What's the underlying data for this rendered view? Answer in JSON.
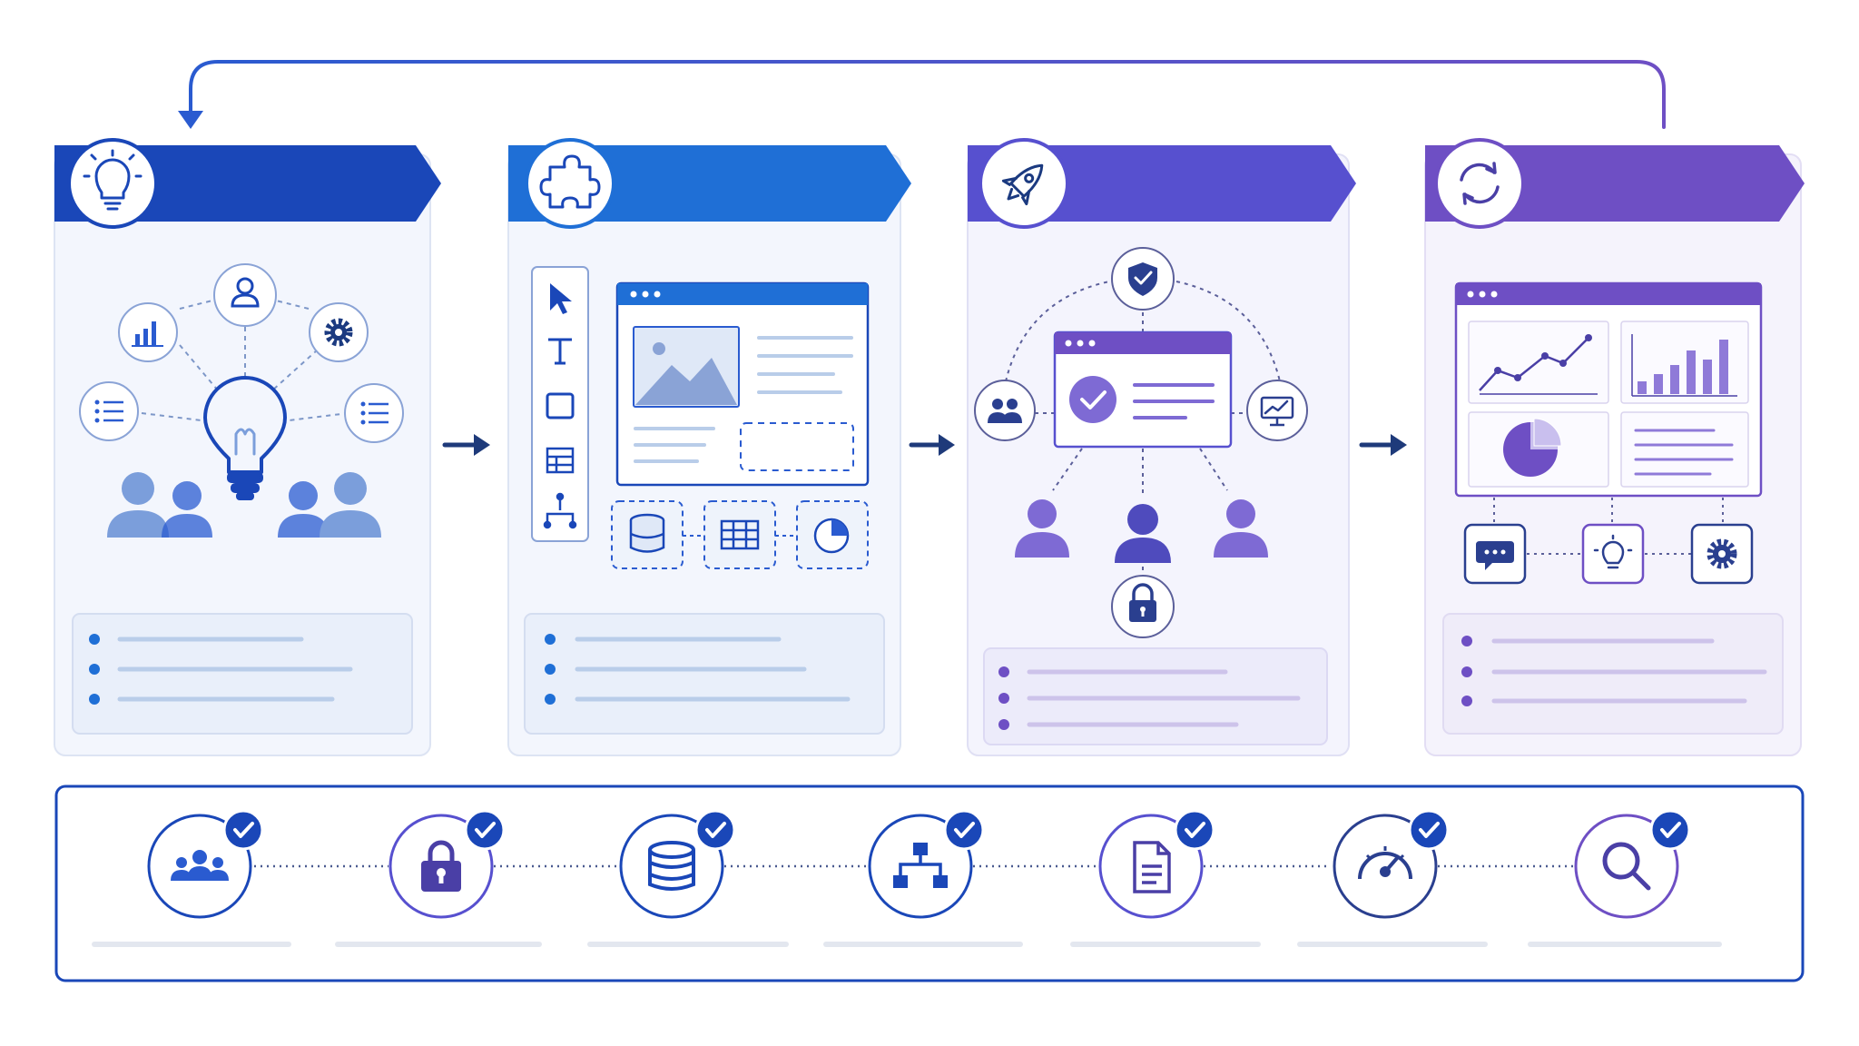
{
  "colors": {
    "blue_dark": "#1a47b8",
    "blue": "#1f6fd6",
    "indigo": "#5750cf",
    "purple": "#6e4fc4",
    "panel_bg": "#f3f6fd",
    "panel_bg_purple": "#f4f2fc",
    "panel_border": "#dbe3f3",
    "skeleton_blue": "#b9cde9",
    "skeleton_purple": "#cdc3ea",
    "person_blue": "#7b9edb",
    "person_purple": "#7e6ad4",
    "navy": "#1b3a80",
    "arrow_navy": "#1e3a7a"
  },
  "stages": [
    {
      "id": "ideation",
      "icon": "lightbulb-icon",
      "banner_color": "#1a47b8",
      "satellite_icons": [
        "bar-chart-icon",
        "user-icon",
        "gear-icon",
        "list-icon",
        "list-icon"
      ],
      "people_icons": [
        "people-group-icon",
        "people-group-icon"
      ]
    },
    {
      "id": "build",
      "icon": "puzzle-icon",
      "banner_color": "#1f6fd6",
      "toolbar_icons": [
        "cursor-icon",
        "text-tool-icon",
        "rectangle-tool-icon",
        "table-tool-icon",
        "branch-tool-icon"
      ],
      "component_icons": [
        "database-icon",
        "grid-table-icon",
        "pie-chart-icon"
      ]
    },
    {
      "id": "launch",
      "icon": "rocket-icon",
      "banner_color": "#5750cf",
      "satellite_icons": [
        "shield-check-icon",
        "users-icon",
        "monitor-chart-icon",
        "lock-icon"
      ],
      "people_icons": [
        "person-icon",
        "person-icon",
        "person-icon"
      ]
    },
    {
      "id": "iterate",
      "icon": "refresh-cycle-icon",
      "banner_color": "#6e4fc4",
      "footer_icons": [
        "chat-icon",
        "lightbulb-icon",
        "gear-icon"
      ]
    }
  ],
  "capabilities": [
    {
      "icon": "team-icon",
      "verified": true
    },
    {
      "icon": "lock-icon",
      "verified": true
    },
    {
      "icon": "database-icon",
      "verified": true
    },
    {
      "icon": "hierarchy-icon",
      "verified": true
    },
    {
      "icon": "document-icon",
      "verified": true
    },
    {
      "icon": "speedometer-icon",
      "verified": true
    },
    {
      "icon": "search-icon",
      "verified": true
    }
  ],
  "flow": {
    "loop_back": "loop-arrow",
    "connectors": [
      "arrow-right-icon",
      "arrow-right-icon",
      "arrow-right-icon"
    ]
  }
}
